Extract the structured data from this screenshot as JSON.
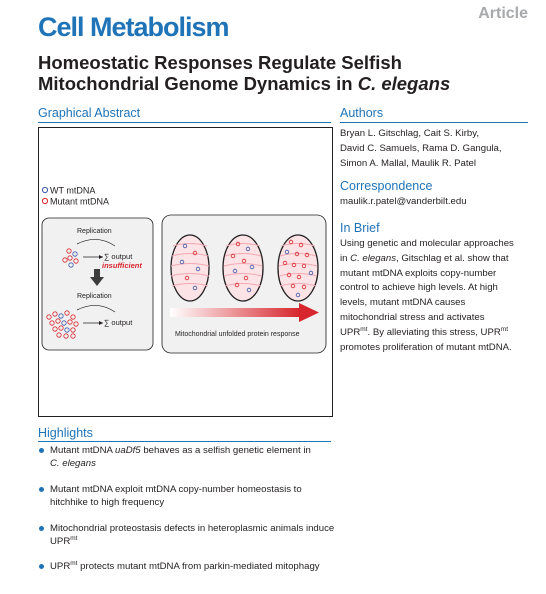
{
  "header": {
    "journal_name": "Cell Metabolism",
    "article_type": "Article",
    "title_line1": "Homeostatic Responses Regulate Selfish",
    "title_line2": "Mitochondrial Genome Dynamics in ",
    "title_italic": "C. elegans"
  },
  "graphical_abstract": {
    "heading": "Graphical Abstract",
    "legend_wt": "WT mtDNA",
    "legend_mutant": "Mutant mtDNA",
    "replication_label": "Replication",
    "sum_output": "∑ output",
    "insufficient": "insufficient",
    "upr_label": "Mitochondrial unfolded protein response",
    "colors": {
      "wt": "#3a57a7",
      "mutant": "#d7262d",
      "arrow": "#d7262d",
      "box": "#f1f1f2"
    }
  },
  "authors": {
    "heading": "Authors",
    "lines": [
      "Bryan L. Gitschlag, Cait S. Kirby,",
      "David C. Samuels, Rama D. Gangula,",
      "Simon A. Mallal, Maulik R. Patel"
    ]
  },
  "correspondence": {
    "heading": "Correspondence",
    "email": "maulik.r.patel@vanderbilt.edu"
  },
  "in_brief": {
    "heading": "In Brief",
    "p1": "Using genetic and molecular approaches",
    "p2a": "in ",
    "p2i": "C. elegans",
    "p2b": ", Gitschlag et al. show that",
    "p3": "mutant mtDNA exploits copy-number",
    "p4": "control to achieve high levels. At high",
    "p5": "levels, mutant mtDNA causes",
    "p6": "mitochondrial stress and activates",
    "p7a": "UPR",
    "p7sup": "mt",
    "p7b": ". By alleviating this stress, UPR",
    "p7sup2": "mt",
    "p8": "promotes proliferation of mutant mtDNA."
  },
  "highlights": {
    "heading": "Highlights",
    "item1a": "Mutant mtDNA ",
    "item1i": "uaDf5",
    "item1b": " behaves as a selfish genetic element in",
    "item1c": "C. elegans",
    "item2": "Mutant mtDNA exploit mtDNA copy-number homeostasis to hitchhike to high frequency",
    "item3a": "Mitochondrial proteostasis defects in heteroplasmic animals induce UPR",
    "item3sup": "mt",
    "item4a": "UPR",
    "item4sup": "mt",
    "item4b": " protects mutant mtDNA from parkin-mediated mitophagy"
  }
}
